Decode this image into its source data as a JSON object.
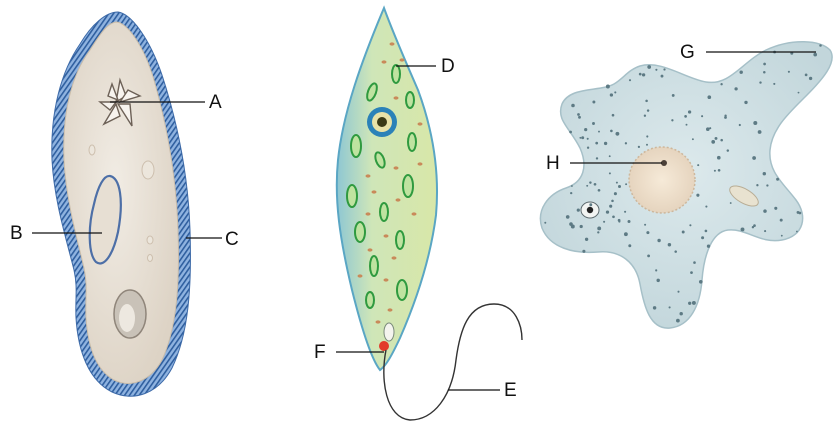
{
  "labels": {
    "A": "A",
    "B": "B",
    "C": "C",
    "D": "D",
    "E": "E",
    "F": "F",
    "G": "G",
    "H": "H"
  },
  "colors": {
    "paramecium_body": "#e9e3da",
    "paramecium_cilia": "#4f7fbf",
    "euglena_body": "#cfe3b5",
    "euglena_membrane": "#78b7cf",
    "chloroplast": "#3aa84a",
    "eyespot": "#e23b2b",
    "amoeba_body": "#cfe0e4",
    "leader_line": "#111111"
  },
  "icons": {
    "paramecium": "paramecium-organism",
    "euglena": "euglena-organism",
    "amoeba": "amoeba-organism"
  }
}
